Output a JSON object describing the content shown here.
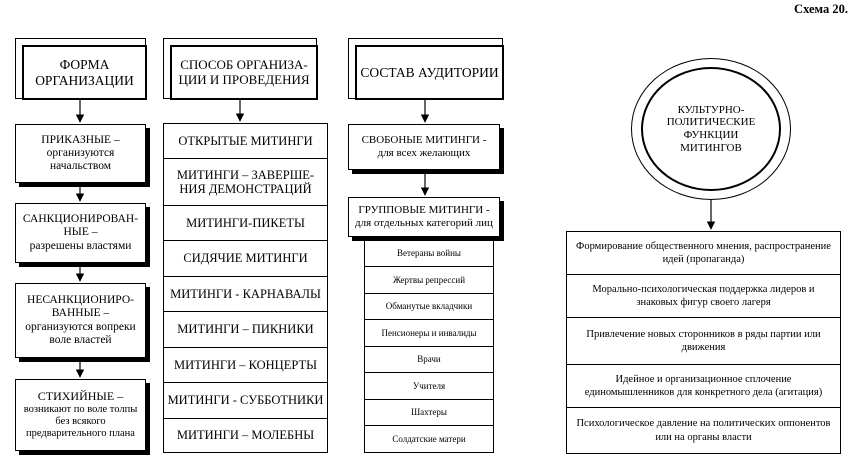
{
  "scheme_label": "Схема 20.",
  "column1": {
    "title": "ФОРМА ОРГАНИЗАЦИИ",
    "items": [
      {
        "head": "ПРИКАЗНЫЕ –",
        "body": "организуются начальством"
      },
      {
        "head": "САНКЦИОНИРОВАН-НЫЕ –",
        "body": "разрешены властями"
      },
      {
        "head": "НЕСАНКЦИОНИРО-ВАННЫЕ –",
        "body": "организуются вопреки воле властей"
      },
      {
        "head": "СТИХИЙНЫЕ –",
        "body": "возникают по воле толпы без всякого предварительного плана"
      }
    ]
  },
  "column2": {
    "title": "СПОСОБ ОРГАНИЗА-ЦИИ И ПРОВЕДЕНИЯ",
    "items": [
      "ОТКРЫТЫЕ МИТИНГИ",
      "МИТИНГИ – ЗАВЕРШЕ-НИЯ ДЕМОНСТРАЦИЙ",
      "МИТИНГИ-ПИКЕТЫ",
      "СИДЯЧИЕ МИТИНГИ",
      "МИТИНГИ - КАРНАВАЛЫ",
      "МИТИНГИ – ПИКНИКИ",
      "МИТИНГИ – КОНЦЕРТЫ",
      "МИТИНГИ - СУББОТНИКИ",
      "МИТИНГИ – МОЛЕБНЫ"
    ]
  },
  "column3": {
    "title": "СОСТАВ АУДИТОРИИ",
    "free": "СВОБОНЫЕ МИТИНГИ - для всех желающих",
    "group": "ГРУППОВЫЕ МИТИНГИ - для отдельных категорий лиц",
    "categories": [
      "Ветераны войны",
      "Жертвы репрессий",
      "Обманутые вкладчики",
      "Пенсионеры и инвалиды",
      "Врачи",
      "Учителя",
      "Шахтеры",
      "Солдатские матери"
    ]
  },
  "column4": {
    "circle_title": "КУЛЬТУРНО-ПОЛИТИЧЕСКИЕ ФУНКЦИИ МИТИНГОВ",
    "functions": [
      "Формирование общественного мнения, распространение идей (пропаганда)",
      "Морально-психологическая поддержка лидеров и знаковых фигур своего лагеря",
      "Привлечение новых сторонников в ряды партии или движения",
      "Идейное и организационное сплочение единомышленников для конкретного дела (агитация)",
      "Психологическое давление на политических оппонентов или на органы власти"
    ]
  }
}
